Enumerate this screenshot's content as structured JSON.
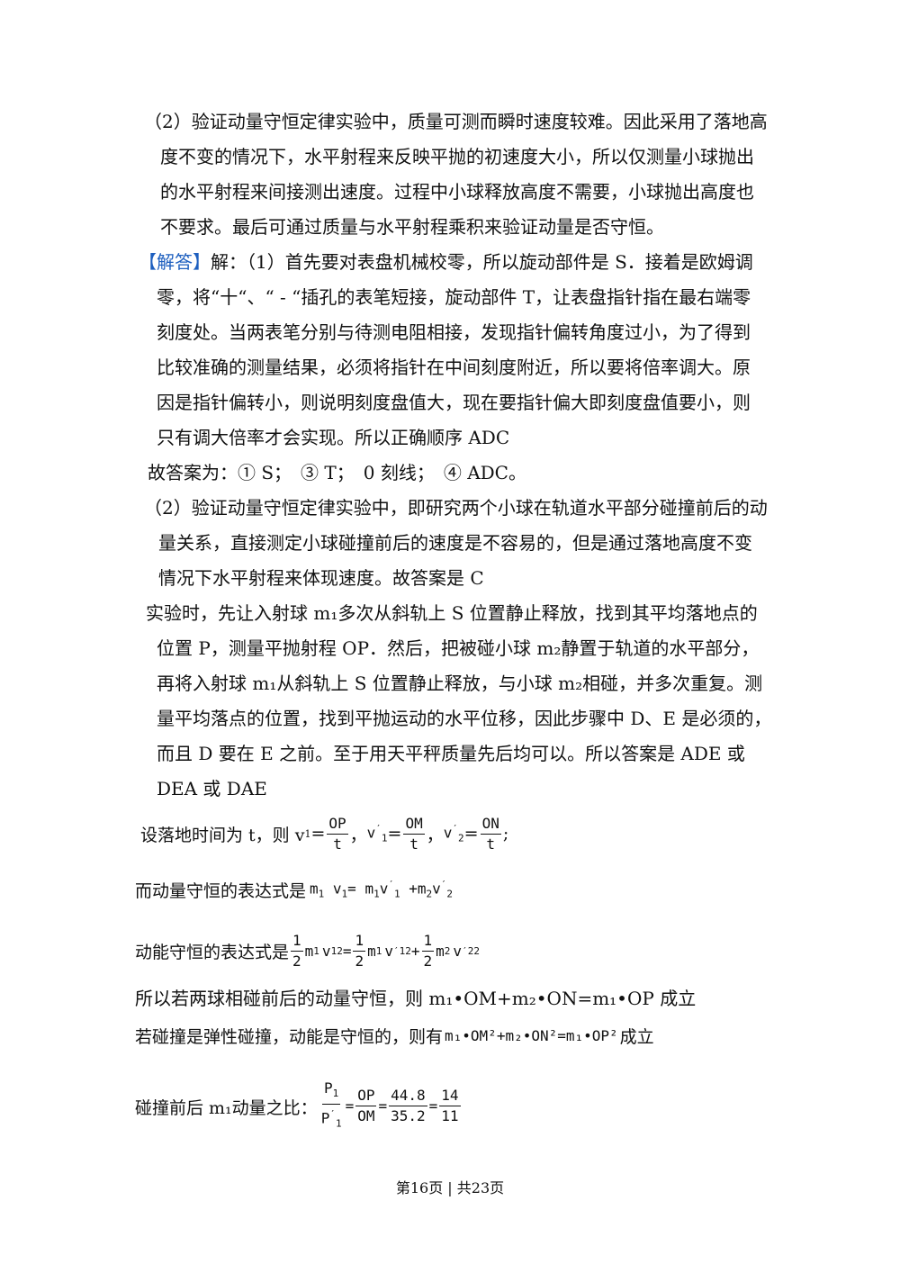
{
  "analysis_p2": [
    "（2）验证动量守恒定律实验中，质量可测而瞬时速度较难。因此采用了落地高",
    "度不变的情况下，水平射程来反映平抛的初速度大小，所以仅测量小球抛出",
    "的水平射程来间接测出速度。过程中小球释放高度不需要，小球抛出高度也",
    "不要求。最后可通过质量与水平射程乘积来验证动量是否守恒。"
  ],
  "answer_tag": "【解答】",
  "answer_p1": [
    "解：（1）首先要对表盘机械校零，所以旋动部件是 S．接着是欧姆调",
    "零，将“十“、“ - “插孔的表笔短接，旋动部件 T，让表盘指针指在最右端零",
    "刻度处。当两表笔分别与待测电阻相接，发现指针偏转角度过小，为了得到",
    "比较准确的测量结果，必须将指针在中间刻度附近，所以要将倍率调大。原",
    "因是指针偏转小，则说明刻度盘值大，现在要指针偏大即刻度盘值要小，则",
    "只有调大倍率才会实现。所以正确顺序 ADC"
  ],
  "answer_result1": "故答案为：① S；　③ T；　0 刻线；　④ ADC。",
  "answer_p2": [
    "（2）验证动量守恒定律实验中，即研究两个小球在轨道水平部分碰撞前后的动",
    "量关系，直接测定小球碰撞前后的速度是不容易的，但是通过落地高度不变",
    "情况下水平射程来体现速度。故答案是 C"
  ],
  "answer_p3": [
    "实验时，先让入射球 m₁多次从斜轨上 S 位置静止释放，找到其平均落地点的",
    "位置 P，测量平抛射程 OP．然后，把被碰小球 m₂静置于轨道的水平部分，",
    "再将入射球 m₁从斜轨上 S 位置静止释放，与小球 m₂相碰，并多次重复。测",
    "量平均落点的位置，找到平抛运动的水平位移，因此步骤中 D、E 是必须的，",
    "而且 D 要在 E 之前。至于用天平秤质量先后均可以。所以答案是 ADE 或",
    "DEA 或 DAE"
  ],
  "f1": {
    "prefix": "设落地时间为 t，则 v",
    "sub1": "1",
    "eq": "=",
    "op": "OP",
    "t": "t",
    "comma": "，",
    "v1p": "v",
    "prime": "′",
    "one": "1",
    "om": "OM",
    "v2p": "v",
    "two": "2",
    "on": "ON",
    "semi": ";"
  },
  "f2": {
    "prefix": "而动量守恒的表达式是",
    "expr_a": "m",
    "expr_b": " v",
    "expr_c": "= m",
    "expr_d": "v",
    "expr_e": " +m",
    "expr_f": "v"
  },
  "f3": {
    "prefix": "动能守恒的表达式是",
    "one": "1",
    "two": "2",
    "m": "m",
    "v": "v",
    "eq": "=",
    "plus": "+",
    "sup2": "2",
    "prime": "′"
  },
  "line_momentum": "所以若两球相碰前后的动量守恒，则 m₁•OM+m₂•ON=m₁•OP 成立",
  "f4": {
    "prefix": "若碰撞是弹性碰撞，动能是守恒的，则有",
    "expr": "m₁•OM²+m₂•ON²=m₁•OP²",
    "suffix": "成立"
  },
  "f5": {
    "prefix": "碰撞前后 m₁动量之比：",
    "p1": "P",
    "sub1": "1",
    "prime": "′",
    "op": "OP",
    "om": "OM",
    "n1": "44.8",
    "d1": "35.2",
    "n2": "14",
    "d2": "11",
    "eq": "="
  },
  "footer": "第16页 | 共23页"
}
